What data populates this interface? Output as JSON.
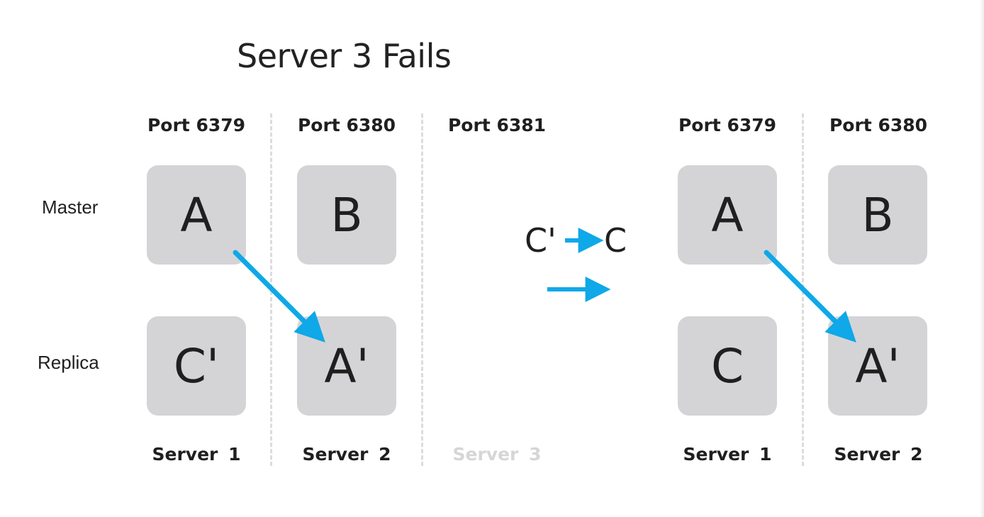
{
  "title": "Server 3 Fails",
  "rows": {
    "master": "Master",
    "replica": "Replica"
  },
  "before": {
    "ports": [
      "Port 6379",
      "Port 6380",
      "Port 6381"
    ],
    "servers": [
      "Server 1",
      "Server 2",
      "Server 3"
    ],
    "failed_server": "Server 3",
    "master_nodes": [
      "A",
      "B"
    ],
    "replica_nodes": [
      "C'",
      "A'"
    ]
  },
  "transition": {
    "from": "C'",
    "to": "C"
  },
  "after": {
    "ports": [
      "Port 6379",
      "Port 6380"
    ],
    "servers": [
      "Server 1",
      "Server 2"
    ],
    "master_nodes": [
      "A",
      "B"
    ],
    "replica_nodes": [
      "C",
      "A'"
    ]
  },
  "colors": {
    "arrow": "#0fa8e8",
    "node_fill": "#d4d4d6",
    "failed_text": "#d6d6d6",
    "divider": "#dcdcdc"
  }
}
